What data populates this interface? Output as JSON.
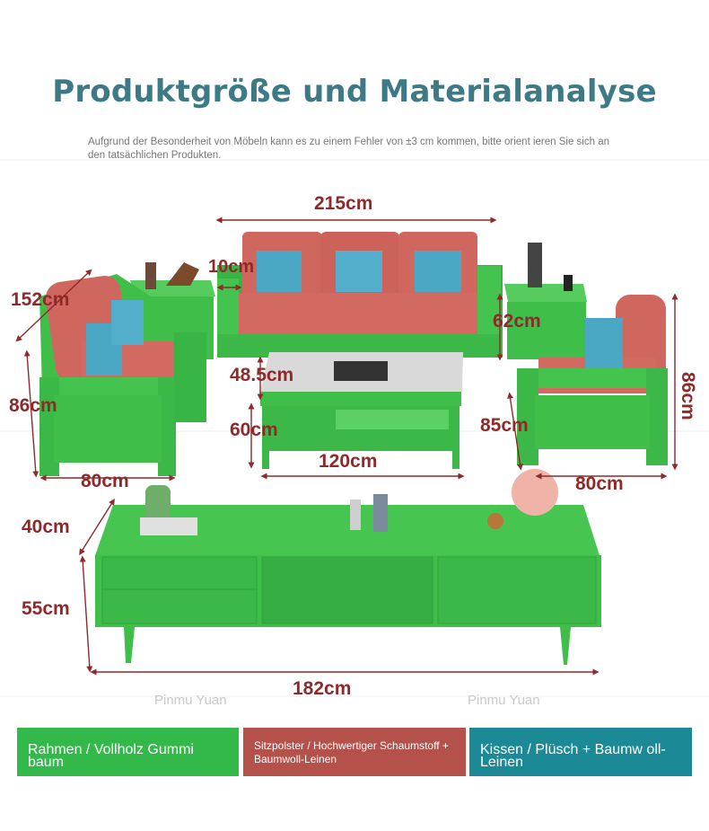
{
  "header": {
    "title": "Produktgröße und Materialanalyse",
    "subtitle": "Aufgrund der Besonderheit von Möbeln kann es zu einem Fehler von ±3 cm kommen, bitte orient ieren Sie sich an den tatsächlichen Produkten."
  },
  "watermarks": {
    "left": "Pinmu Yuan",
    "right": "Pinmu Yuan"
  },
  "dimensions": {
    "sofa3_width": "215cm",
    "armrest": "10cm",
    "sofa1_depth": "152cm",
    "sofa1_height": "86cm",
    "sofa1_width": "80cm",
    "side_table_height": "62cm",
    "coffee_table_depth": "48.5cm",
    "coffee_table_height": "60cm",
    "coffee_table_width": "120cm",
    "armchair_depth": "85cm",
    "armchair_height": "86cm",
    "armchair_width": "80cm",
    "tv_depth": "40cm",
    "tv_height": "55cm",
    "tv_width": "182cm"
  },
  "legend": {
    "frame": "Rahmen / Vollholz Gummi baum",
    "cushion": "Sitzpolster / Hochwertiger Schaumstoff + Baumwoll-Leinen",
    "pillow": "Kissen / Plüsch + Baumw oll-Leinen"
  },
  "colors": {
    "wood": "#3fbf4a",
    "upholstery": "#d0675f",
    "pillow": "#4aa8c4",
    "title": "#3d7a86",
    "dimension": "#8e2a2a"
  }
}
